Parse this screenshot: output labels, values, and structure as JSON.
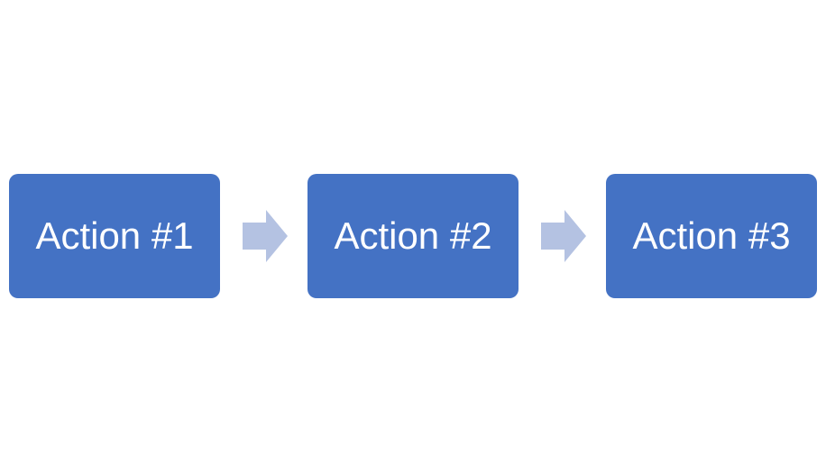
{
  "diagram": {
    "steps": [
      {
        "label": "Action #1"
      },
      {
        "label": "Action #2"
      },
      {
        "label": "Action #3"
      }
    ],
    "colors": {
      "step_fill": "#4472c4",
      "step_text": "#ffffff",
      "arrow_fill": "#b4c2e2",
      "background": "#ffffff"
    },
    "connector_icon": "right-arrow-icon"
  }
}
